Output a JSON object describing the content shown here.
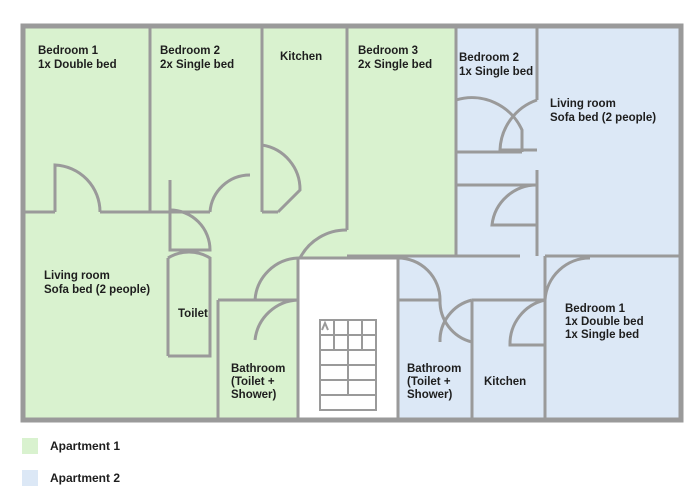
{
  "colors": {
    "apartment_1": "#d9f2cf",
    "apartment_2": "#dce8f6",
    "walls": "#9a9a9a",
    "stairwell": "#ffffff"
  },
  "rooms": [
    {
      "id": "apt1-bedroom-1",
      "line1": "Bedroom 1",
      "line2": "1x Double bed"
    },
    {
      "id": "apt1-bedroom-2",
      "line1": "Bedroom 2",
      "line2": "2x Single bed"
    },
    {
      "id": "apt1-kitchen",
      "line1": "Kitchen",
      "line2": ""
    },
    {
      "id": "apt1-bedroom-3",
      "line1": "Bedroom 3",
      "line2": "2x Single bed"
    },
    {
      "id": "apt1-living-room",
      "line1": "Living room",
      "line2": "Sofa bed (2 people)"
    },
    {
      "id": "apt1-toilet",
      "line1": "Toilet",
      "line2": ""
    },
    {
      "id": "apt1-bathroom",
      "line1": "Bathroom",
      "line2": "(Toilet +",
      "line3": "Shower)"
    },
    {
      "id": "apt2-bedroom-2",
      "line1": "Bedroom 2",
      "line2": "1x Single bed"
    },
    {
      "id": "apt2-living-room",
      "line1": "Living room",
      "line2": "Sofa bed (2 people)"
    },
    {
      "id": "apt2-bedroom-1",
      "line1": "Bedroom 1",
      "line2": "1x Double bed",
      "line3": "1x Single bed"
    },
    {
      "id": "apt2-bathroom",
      "line1": "Bathroom",
      "line2": "(Toilet +",
      "line3": "Shower)"
    },
    {
      "id": "apt2-kitchen",
      "line1": "Kitchen",
      "line2": ""
    }
  ],
  "legend": [
    {
      "label": "Apartment 1",
      "color": "#d9f2cf"
    },
    {
      "label": "Apartment 2",
      "color": "#dce8f6"
    }
  ]
}
